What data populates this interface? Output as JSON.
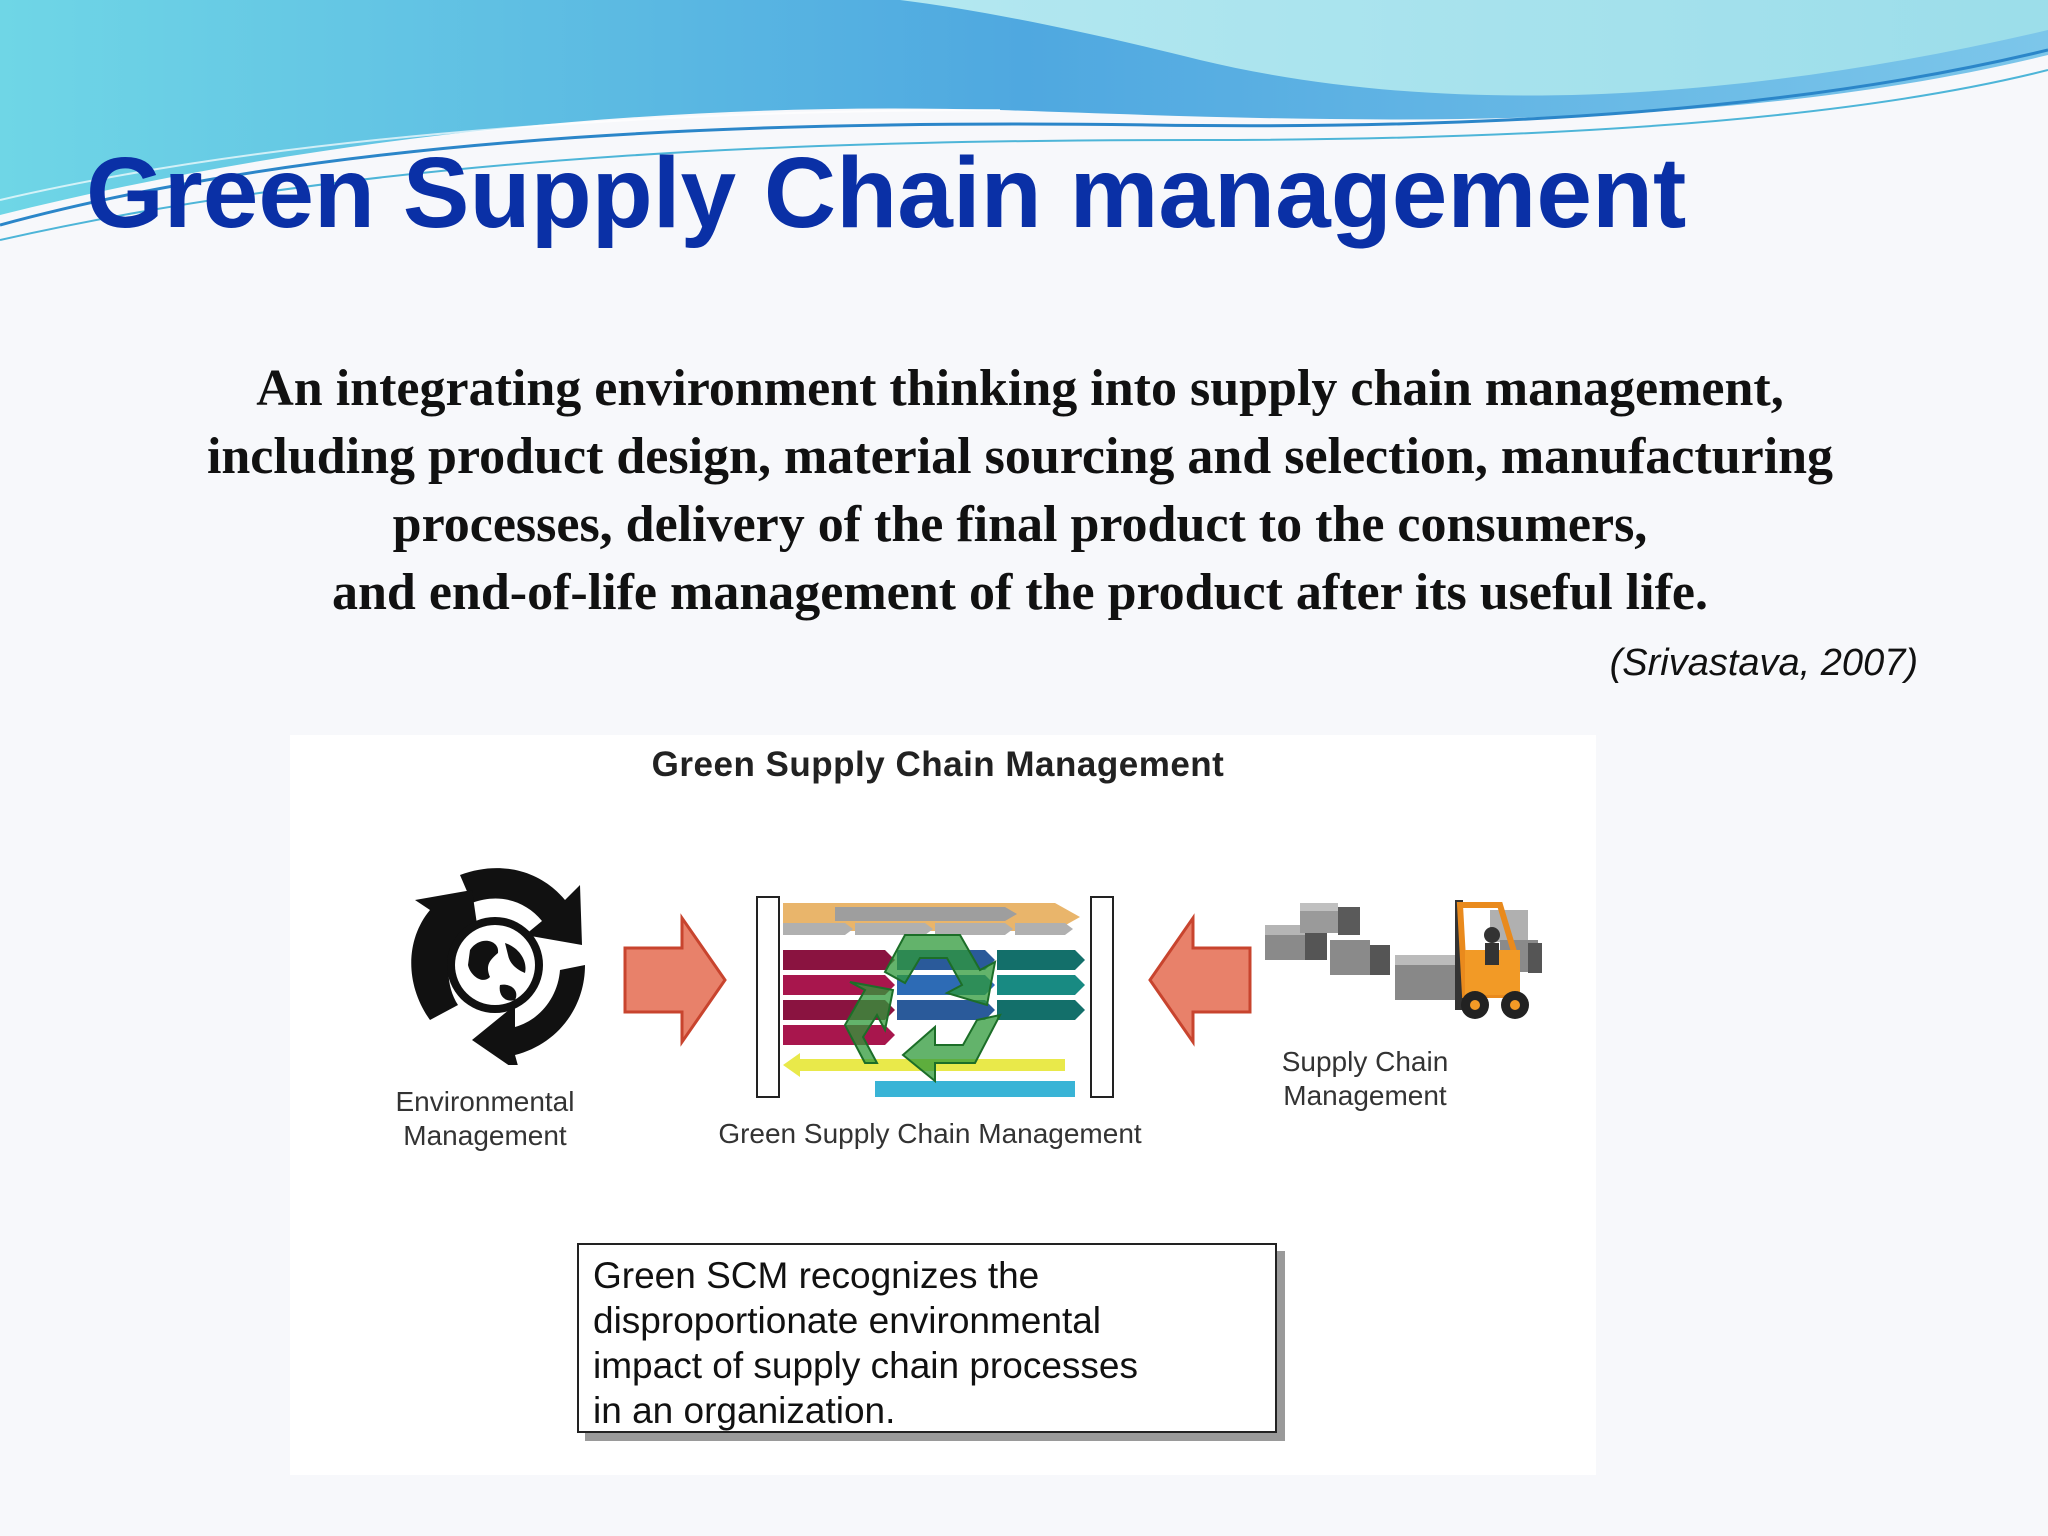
{
  "slide": {
    "title": "Green Supply Chain management",
    "definition_lines": [
      "An integrating environment thinking into supply chain management,",
      "including  product design, material sourcing and selection, manufacturing",
      "processes,  delivery of the final product to the consumers,",
      "and end-of-life management of the product after its useful life."
    ],
    "citation": "(Srivastava, 2007)"
  },
  "figure": {
    "title": "Green Supply Chain Management",
    "environmental_label": [
      "Environmental",
      "Management"
    ],
    "green_scm_label": "Green Supply Chain Management",
    "scm_label": [
      "Supply Chain",
      "Management"
    ],
    "callout_lines": [
      "Green SCM recognizes the",
      "disproportionate environmental",
      "impact of supply chain processes",
      "in an organization."
    ],
    "icons": [
      "recycle-globe-icon",
      "arrow-right-icon",
      "green-scm-process-diagram",
      "arrow-left-icon",
      "forklift-boxes-icon"
    ]
  },
  "colors": {
    "title": "#0a30a6",
    "arrow": "#e8816a",
    "recycle_green": "#2f9a3a"
  }
}
